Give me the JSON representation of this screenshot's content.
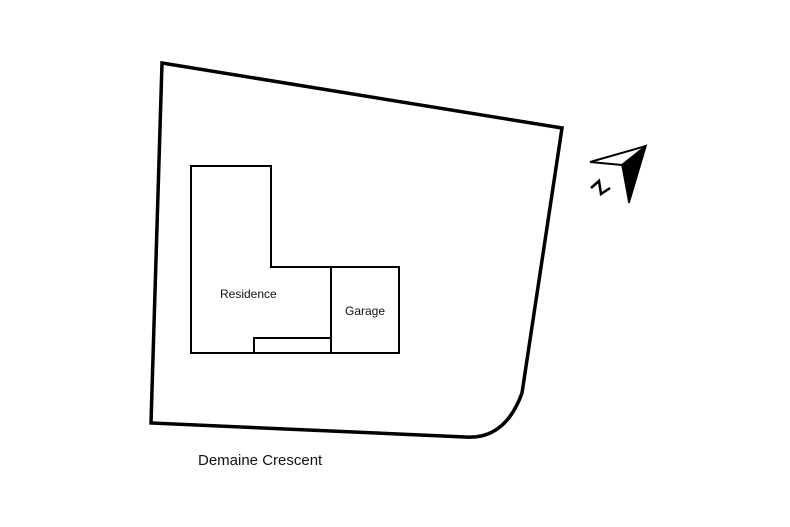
{
  "plan": {
    "lot_boundary": "property-lot",
    "rooms": [
      {
        "name": "Residence"
      },
      {
        "name": "Garage"
      }
    ],
    "street": "Demaine Crescent",
    "north_arrow": {
      "label": "N"
    },
    "colors": {
      "line": "#000000",
      "background": "#ffffff"
    }
  }
}
